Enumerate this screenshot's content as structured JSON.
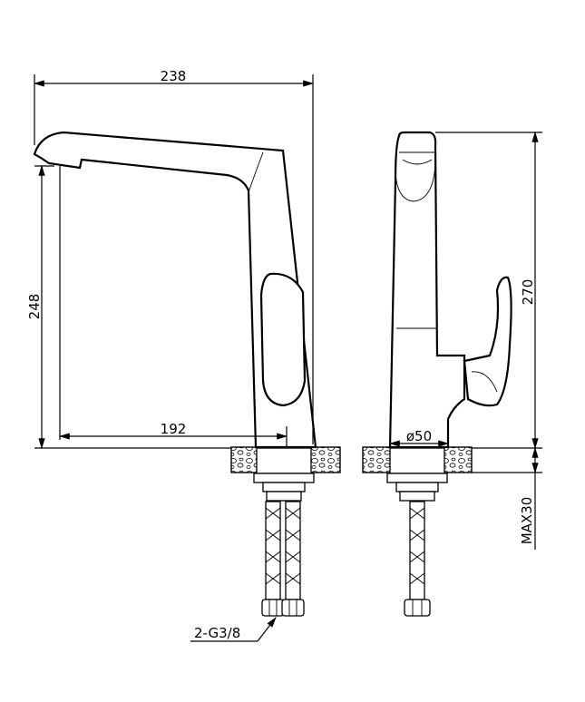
{
  "dimensions": {
    "overall_width": "238",
    "height_front": "248",
    "spout_reach": "192",
    "height_side": "270",
    "base_diameter": "ø50",
    "max_counter_thickness": "MAX30",
    "hose_thread": "2-G3/8"
  }
}
